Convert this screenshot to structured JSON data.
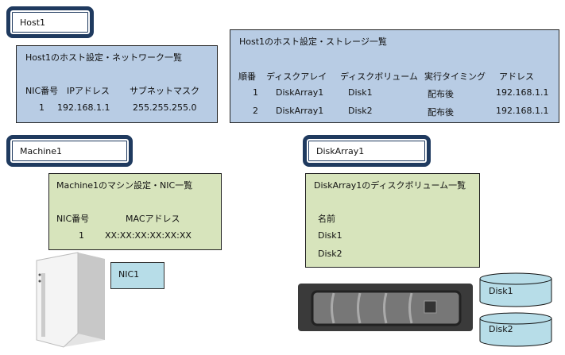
{
  "host": {
    "label": "Host1",
    "network_title": "Host1のホスト設定・ネットワーク一覧",
    "network_headers": [
      "NIC番号",
      "IPアドレス",
      "サブネットマスク"
    ],
    "network_rows": [
      [
        "1",
        "192.168.1.1",
        "255.255.255.0"
      ]
    ],
    "storage_title": "Host1のホスト設定・ストレージ一覧",
    "storage_headers": [
      "順番",
      "ディスクアレイ",
      "ディスクボリューム",
      "実行タイミング",
      "アドレス"
    ],
    "storage_rows": [
      [
        "1",
        "DiskArray1",
        "Disk1",
        "配布後",
        "192.168.1.1"
      ],
      [
        "2",
        "DiskArray1",
        "Disk2",
        "配布後",
        "192.168.1.1"
      ]
    ]
  },
  "machine": {
    "label": "Machine1",
    "nic_title": "Machine1のマシン設定・NIC一覧",
    "nic_headers": [
      "NIC番号",
      "MACアドレス"
    ],
    "nic_rows": [
      [
        "1",
        "XX:XX:XX:XX:XX:XX"
      ]
    ],
    "nic_box": "NIC1"
  },
  "diskarray": {
    "label": "DiskArray1",
    "volume_title": "DiskArray1のディスクボリューム一覧",
    "volume_header": "名前",
    "volumes": [
      "Disk1",
      "Disk2"
    ],
    "disks": [
      "Disk1",
      "Disk2"
    ]
  }
}
